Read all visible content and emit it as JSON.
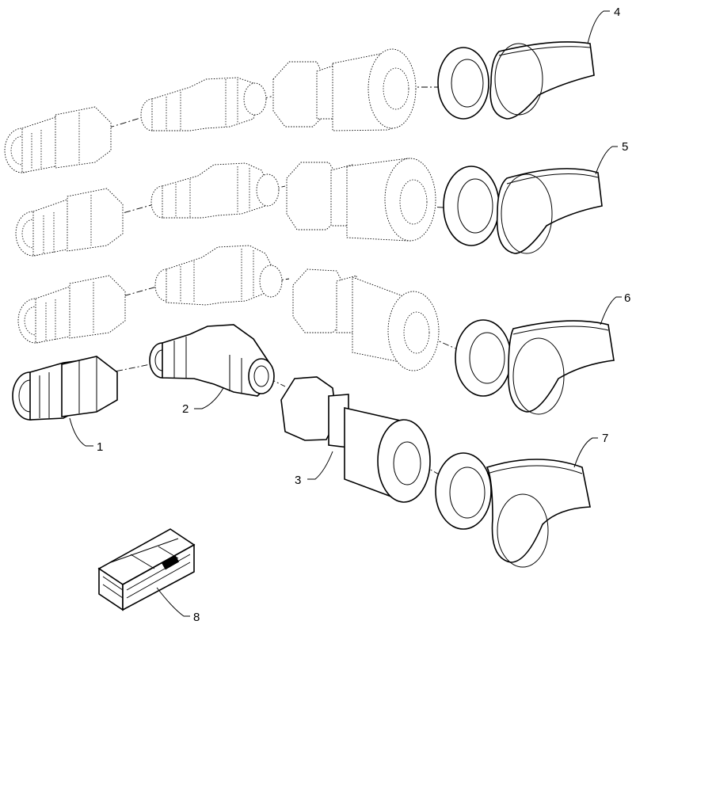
{
  "callouts": [
    {
      "id": "1",
      "label": "1"
    },
    {
      "id": "2",
      "label": "2"
    },
    {
      "id": "3",
      "label": "3"
    },
    {
      "id": "4",
      "label": "4"
    },
    {
      "id": "5",
      "label": "5"
    },
    {
      "id": "6",
      "label": "6"
    },
    {
      "id": "7",
      "label": "7"
    },
    {
      "id": "8",
      "label": "8"
    }
  ],
  "parts": [
    {
      "name": "straight-adapter-fitting",
      "callout": "1"
    },
    {
      "name": "elbow-fitting",
      "callout": "2"
    },
    {
      "name": "quick-coupler",
      "callout": "3"
    },
    {
      "name": "dust-cap",
      "callout": "4"
    },
    {
      "name": "dust-cap",
      "callout": "5"
    },
    {
      "name": "dust-cap",
      "callout": "6"
    },
    {
      "name": "dust-cap",
      "callout": "7"
    },
    {
      "name": "kit-crate",
      "callout": "8"
    }
  ]
}
